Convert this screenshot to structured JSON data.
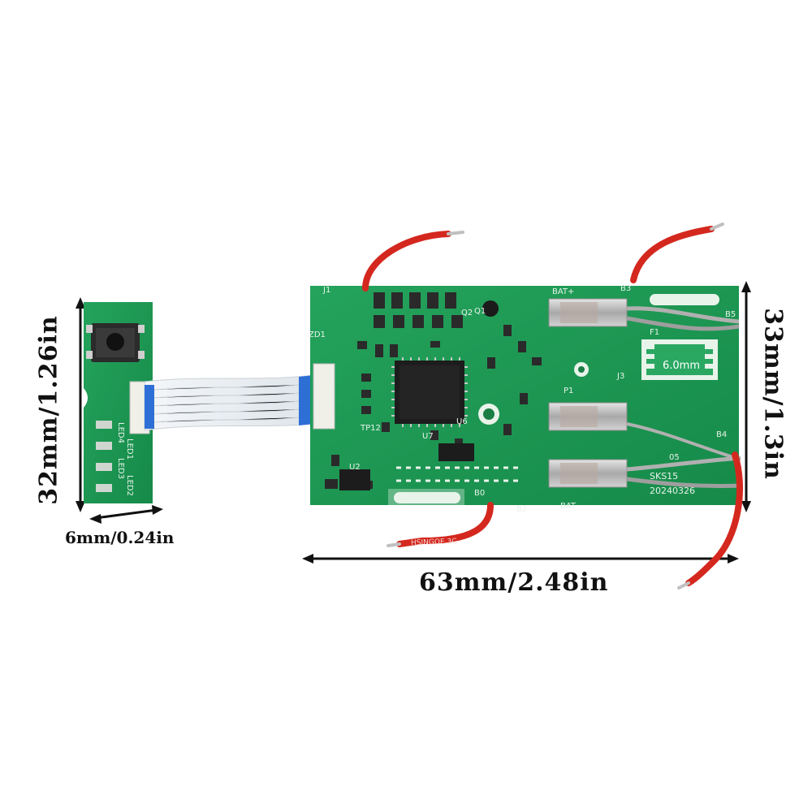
{
  "dimensions": {
    "main_width": "63mm/2.48in",
    "main_height": "33mm/1.3in",
    "small_width": "6mm/0.24in",
    "small_height": "32mm/1.26in"
  },
  "board_markings": {
    "fuse_rating": "6.0mm",
    "pad_bat_plus": "BAT+",
    "pad_bat": "BAT",
    "pad_b0": "B0",
    "pad_b2": "B2",
    "pad_b3": "B3",
    "pad_b4": "B4",
    "pad_b5": "B5",
    "model": "SKS15",
    "date_code": "20240326",
    "code_05": "05",
    "f1": "F1",
    "j1": "J1",
    "j3": "J3",
    "p1": "P1",
    "u2": "U2",
    "u6": "U6",
    "u7": "U7",
    "q1": "Q1",
    "q2": "Q2",
    "zd1": "ZD1",
    "tp12": "TP12",
    "led1": "LED1",
    "led2": "LED2",
    "led3": "LED3",
    "led4": "LED4",
    "wire_text": "HSINGOE 3C"
  },
  "colors": {
    "pcb_green": "#1f9a55",
    "wire_red": "#d4281f",
    "ribbon_blue": "#2e6fd6",
    "silkscreen": "#e8f3ea"
  }
}
